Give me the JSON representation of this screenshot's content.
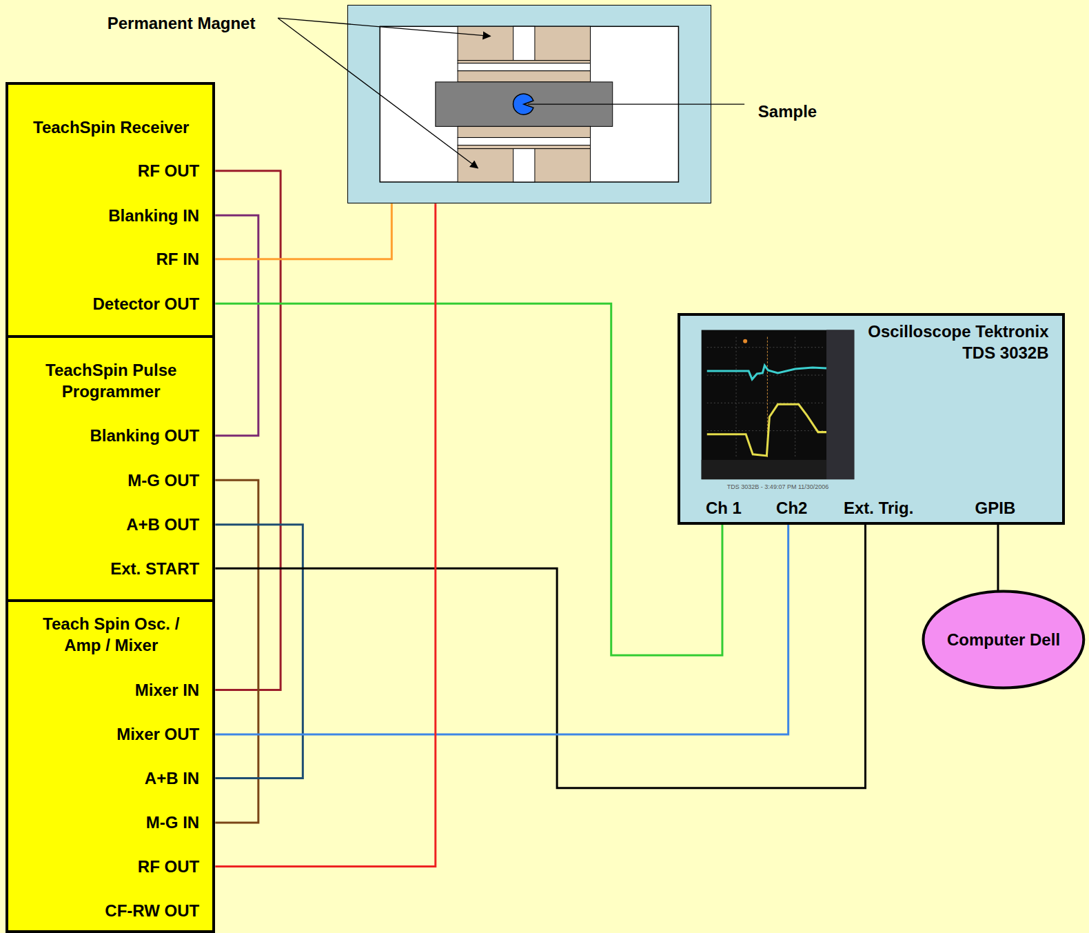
{
  "diagram": {
    "nodes": [
      {
        "text": [
          "Permanent Magnet",
          "Sample"
        ]
      },
      {
        "text": [
          "TeachSpin Receiver",
          "RF OUT",
          "Blanking IN",
          "RF IN",
          "Detector OUT"
        ]
      },
      {
        "text": [
          "TeachSpin Pulse Programmer",
          "Blanking OUT",
          "M-G OUT",
          "A+B OUT",
          "Ext. START"
        ]
      },
      {
        "text": [
          "Teach Spin Osc. / Amp / Mixer",
          "Mixer IN",
          "Mixer OUT",
          "A+B IN",
          "M-G IN",
          "RF OUT",
          "CF-RW OUT"
        ]
      },
      {
        "text": [
          "Oscilloscope Tektronix TDS 3032B",
          "Ch 1",
          "Ch2",
          "Ext. Trig.",
          "GPIB",
          "TDS 3032B - 3:49:07 PM 11/30/2006"
        ]
      },
      {
        "text": [
          "Computer Dell"
        ]
      }
    ],
    "edges": [
      {
        "from": 1,
        "to": 3,
        "arrow": "none"
      },
      {
        "from": 2,
        "to": 1,
        "arrow": "none"
      },
      {
        "from": 0,
        "to": 1,
        "arrow": "none"
      },
      {
        "from": 1,
        "to": 4,
        "arrow": "none"
      },
      {
        "from": 2,
        "to": 3,
        "arrow": "none"
      },
      {
        "from": 2,
        "to": 3,
        "arrow": "none"
      },
      {
        "from": 2,
        "to": 4,
        "arrow": "none"
      },
      {
        "from": 3,
        "to": 4,
        "arrow": "none"
      },
      {
        "from": 3,
        "to": 0,
        "arrow": "none"
      },
      {
        "from": 4,
        "to": 5,
        "arrow": "none"
      }
    ]
  }
}
